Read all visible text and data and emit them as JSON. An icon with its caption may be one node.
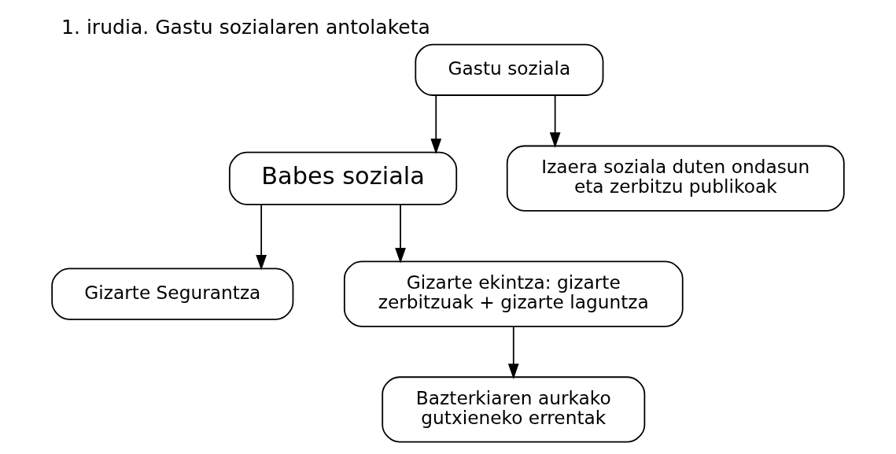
{
  "diagram": {
    "title": "1. irudia. Gastu sozialaren antolaketa",
    "nodes": [
      {
        "text": [
          "Gastu soziala"
        ]
      },
      {
        "text": [
          "Babes soziala"
        ]
      },
      {
        "text": [
          "Izaera soziala duten ondasun eta zerbitzu publikoak"
        ]
      },
      {
        "text": [
          "Gizarte Segurantza"
        ]
      },
      {
        "text": [
          "Gizarte ekintza: gizarte zerbitzuak + gizarte laguntza"
        ]
      },
      {
        "text": [
          "Bazterkiaren aurkako gutxieneko errentak"
        ]
      }
    ],
    "edges": [
      {
        "from": 0,
        "to": 1,
        "arrow": "to"
      },
      {
        "from": 0,
        "to": 2,
        "arrow": "to"
      },
      {
        "from": 1,
        "to": 3,
        "arrow": "to"
      },
      {
        "from": 1,
        "to": 4,
        "arrow": "to"
      },
      {
        "from": 4,
        "to": 5,
        "arrow": "to"
      }
    ]
  }
}
